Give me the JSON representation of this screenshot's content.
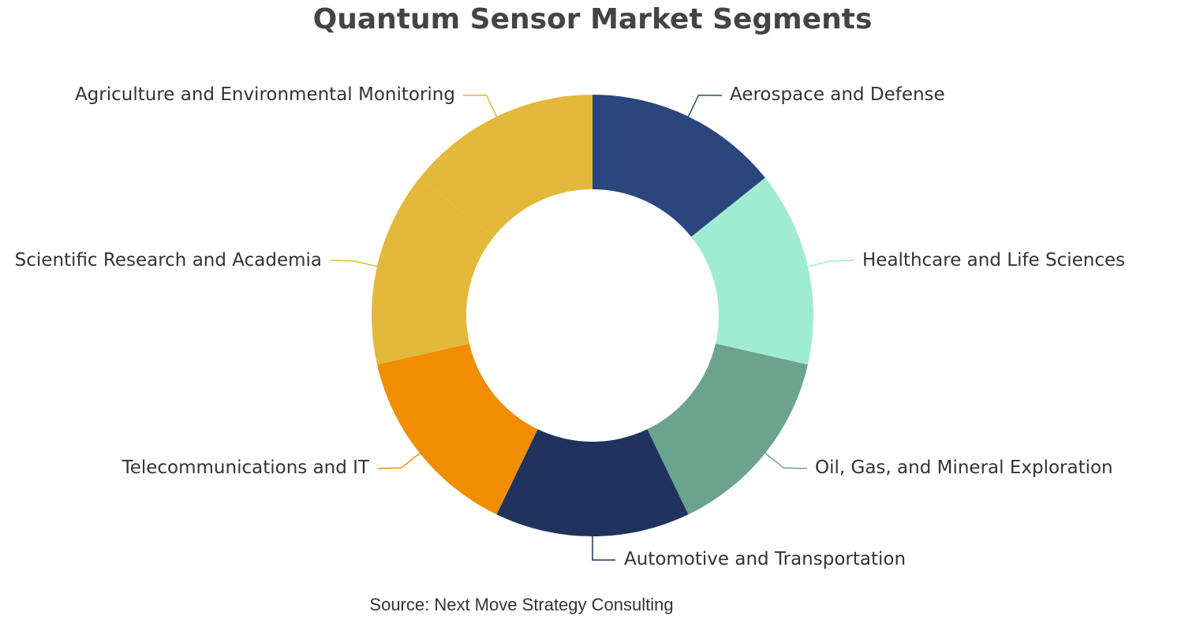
{
  "chart_data": {
    "type": "pie",
    "title": "Quantum Sensor Market Segments",
    "donut": true,
    "categories": [
      "Aerospace and Defense",
      "Healthcare and Life Sciences",
      "Oil, Gas, and Mineral Exploration",
      "Automotive and Transportation",
      "Telecommunications and IT",
      "Scientific Research and Academia",
      "Agriculture and Environmental Monitoring"
    ],
    "values": [
      1,
      1,
      1,
      1,
      1,
      1,
      1
    ],
    "colors": [
      "#2a467c",
      "#a0ecd3",
      "#6ca38f",
      "#1f335e",
      "#f08d00",
      "#e2b93b",
      "#e2b93b"
    ],
    "start_angle_deg": 0,
    "direction": "clockwise"
  },
  "source": "Source: Next Move Strategy Consulting"
}
